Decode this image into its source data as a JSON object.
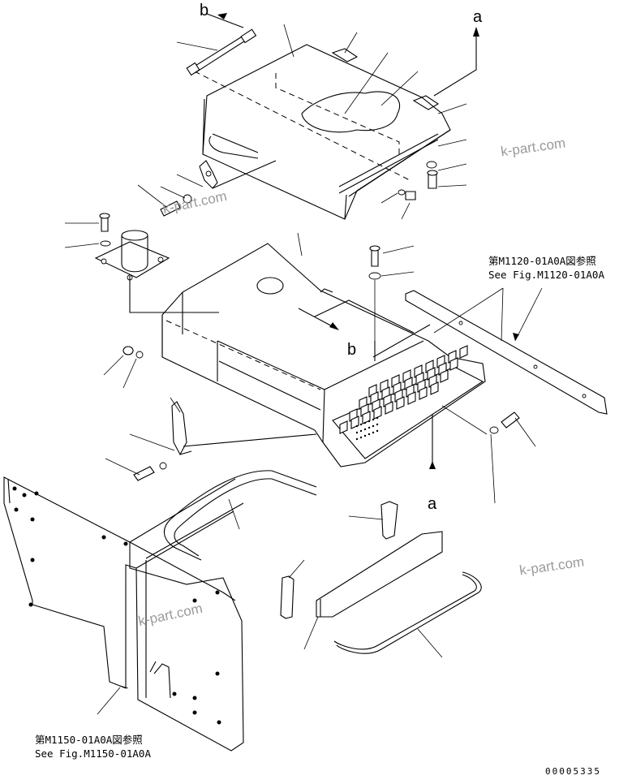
{
  "diagram": {
    "arrow_labels": {
      "a_top": "a",
      "b_top": "b",
      "b_mid": "b",
      "a_bottom": "a"
    },
    "references": {
      "right_jp": "第M1120-01A0A図参照",
      "right_en": "See Fig.M1120-01A0A",
      "bottom_jp": "第M1150-01A0A図参照",
      "bottom_en": "See Fig.M1150-01A0A"
    },
    "watermarks": [
      "k-part.com",
      "k-part.com",
      "k-part.com",
      "k-part.com"
    ],
    "drawing_number": "00005335"
  }
}
